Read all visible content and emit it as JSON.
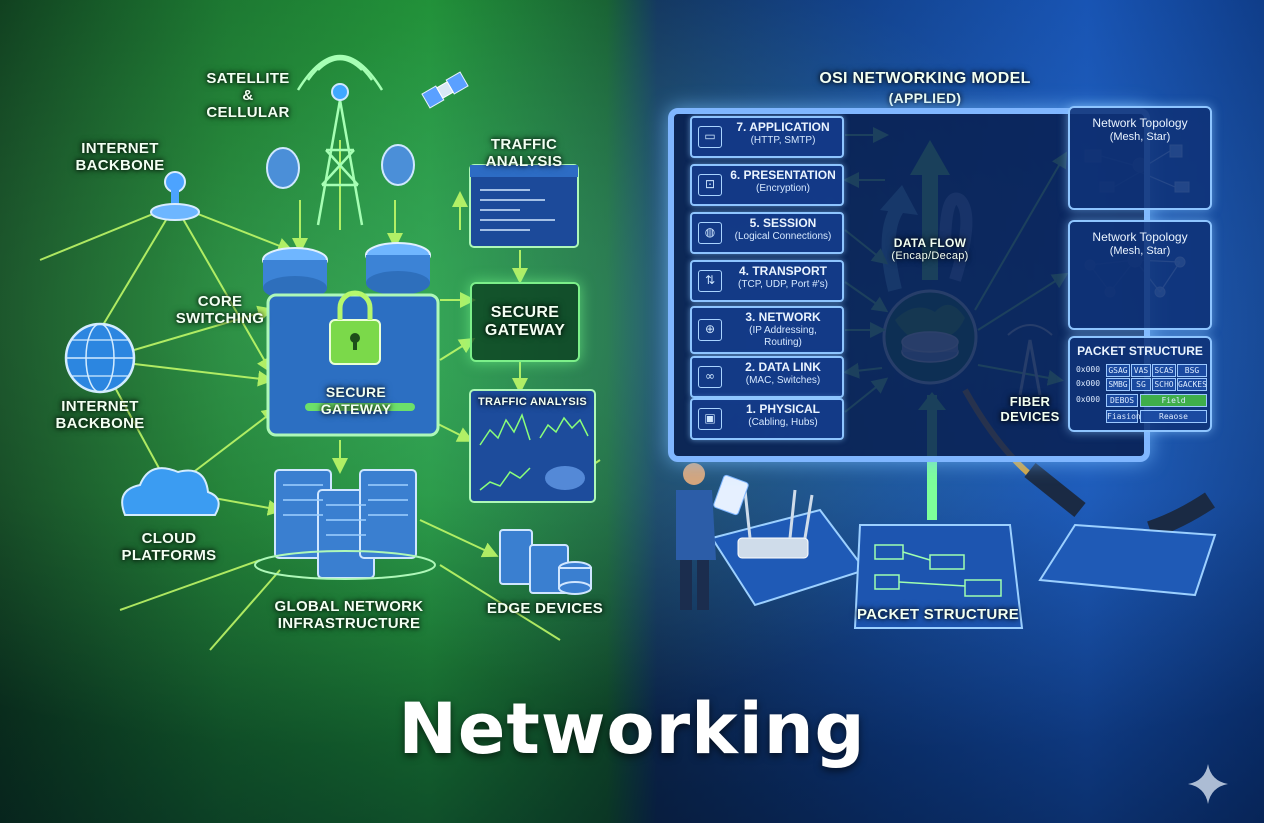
{
  "title": "Networking",
  "left": {
    "satellite": "SATELLITE\n&\nCELLULAR",
    "internet_backbone_top": "INTERNET\nBACKBONE",
    "internet_backbone_left": "INTERNET\nBACKBONE",
    "core_switching": "CORE\nSWITCHING",
    "secure_gateway_main": "SECURE GATEWAY",
    "secure_gateway_box": "SECURE\nGATEWAY",
    "traffic_analysis_top": "TRAFFIC\nANALYSIS",
    "traffic_analysis_panel": "TRAFFIC ANALYSIS",
    "cloud_platforms": "CLOUD\nPLATFORMS",
    "global_network": "GLOBAL NETWORK\nINFRASTRUCTURE",
    "edge_devices": "EDGE DEVICES"
  },
  "right": {
    "osi_title": "OSI NETWORKING MODEL",
    "osi_subtitle": "(APPLIED)",
    "layers": [
      {
        "name": "7. APPLICATION",
        "sub": "(HTTP, SMTP)",
        "icon": "browser-icon"
      },
      {
        "name": "6. PRESENTATION",
        "sub": "(Encryption)",
        "icon": "lock-icon"
      },
      {
        "name": "5. SESSION",
        "sub": "(Logical Connections)",
        "icon": "globe-laptop-icon"
      },
      {
        "name": "4. TRANSPORT",
        "sub": "(TCP, UDP, Port #'s)",
        "icon": "network-icon"
      },
      {
        "name": "3. NETWORK",
        "sub": "(IP Addressing,\nRouting)",
        "icon": "globe-icon"
      },
      {
        "name": "2. DATA LINK",
        "sub": "(MAC, Switches)",
        "icon": "link-icon"
      },
      {
        "name": "1. PHYSICAL",
        "sub": "(Cabling, Hubs)",
        "icon": "computer-icon"
      }
    ],
    "data_flow": "DATA FLOW",
    "data_flow_sub": "(Encap/Decap)",
    "topology_1_title": "Network Topology",
    "topology_1_sub": "(Mesh, Star)",
    "topology_2_title": "Network Topology",
    "topology_2_sub": "(Mesh, Star)",
    "packet_panel_title": "PACKET STRUCTURE",
    "packet_cells": [
      [
        "0x000",
        "GSAG",
        "VAS",
        "SCAS",
        "BSG"
      ],
      [
        "0x000",
        "SMBG",
        "SG",
        "SCHO",
        "GACKES"
      ],
      [
        "0x000",
        "DEBOS",
        "Field"
      ],
      [
        "",
        "Fiasion",
        "Reaose"
      ]
    ],
    "fiber_devices": "FIBER\nDEVICES",
    "packet_structure_bottom": "PACKET STRUCTURE"
  }
}
